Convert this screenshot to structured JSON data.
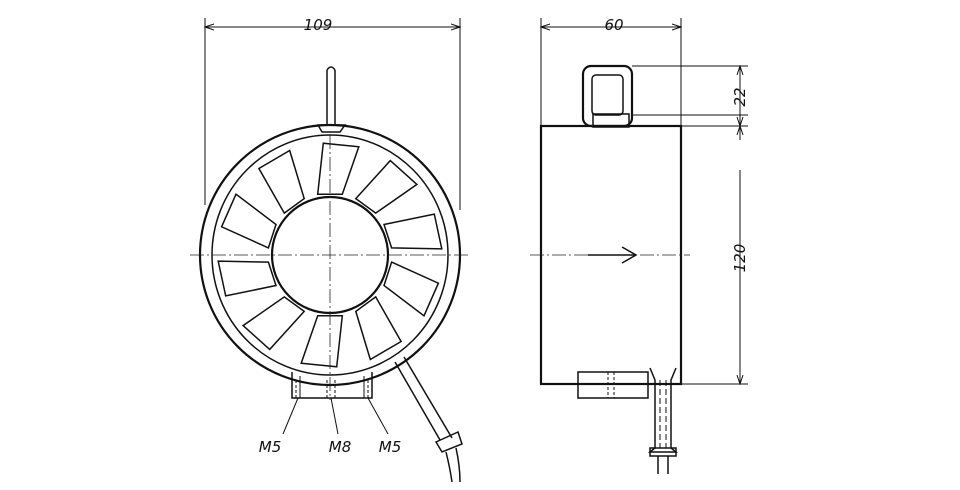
{
  "front_view": {
    "width_dim": "109",
    "thread_labels": [
      "M5",
      "M8",
      "M5"
    ]
  },
  "side_view": {
    "depth_dim": "60",
    "handle_height_dim": "22",
    "body_height_dim": "120"
  }
}
